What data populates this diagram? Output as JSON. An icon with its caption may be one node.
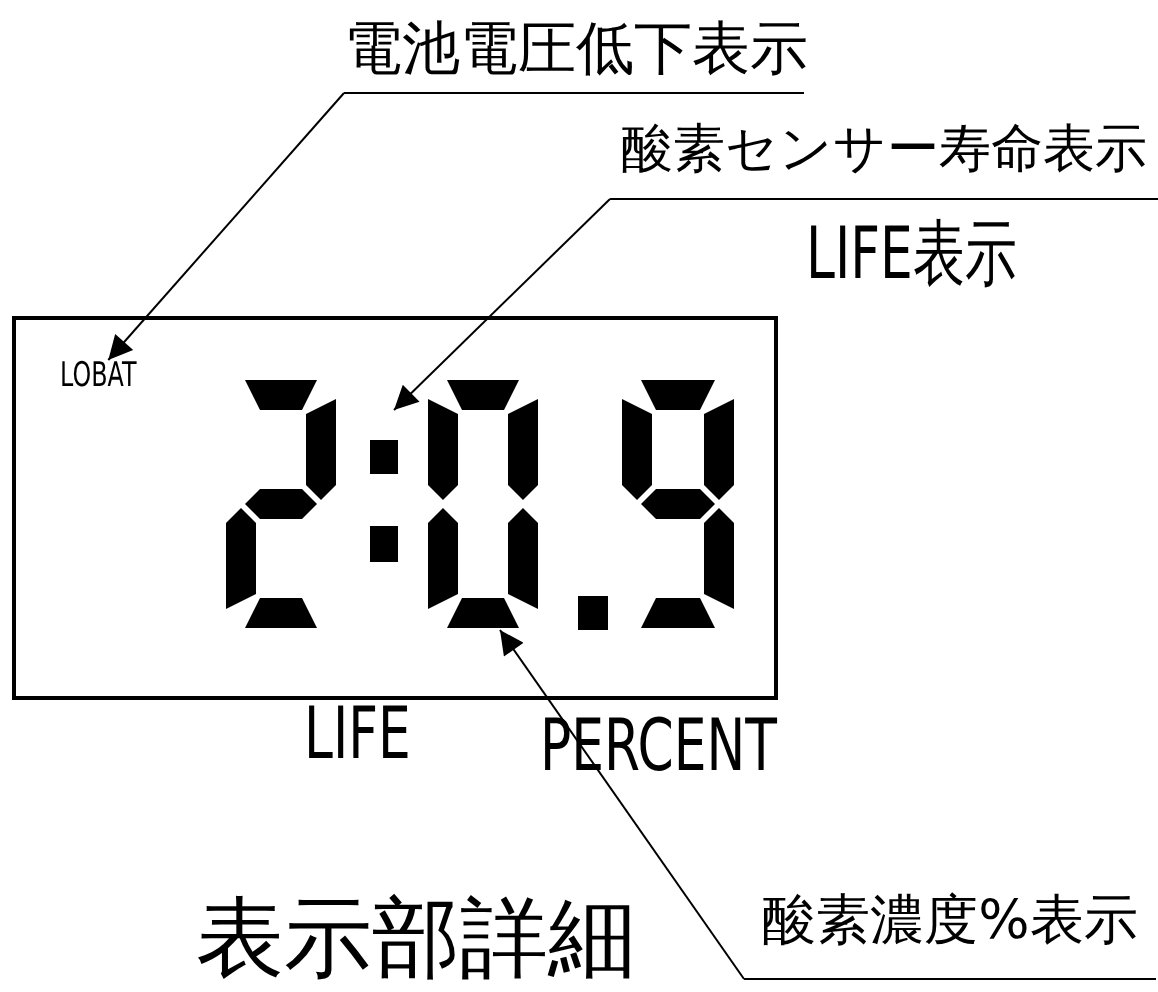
{
  "diagram": {
    "caption": "表示部詳細",
    "nodes": [
      {
        "text": [
          "電池電圧低下表示"
        ]
      },
      {
        "text": [
          "酸素センサー寿命表示"
        ]
      },
      {
        "text": [
          "酸素濃度%表示"
        ]
      },
      {
        "text": [],
        "shape": "box"
      },
      {
        "text": [
          "LOBAT"
        ],
        "in": 3
      }
    ],
    "edges": [
      {
        "from": 0,
        "to": 4,
        "arrow": "to"
      },
      {
        "from": 1,
        "to": null,
        "arrow": "to"
      },
      {
        "from": 2,
        "to": null,
        "arrow": "to"
      }
    ],
    "labels": [
      "LIFE表示",
      "LIFE",
      "PERCENT"
    ]
  }
}
